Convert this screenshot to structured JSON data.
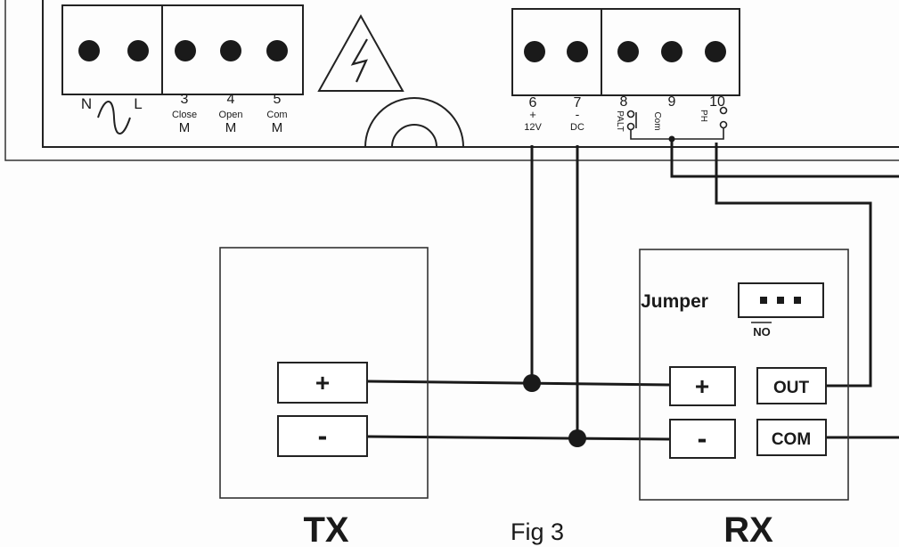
{
  "control_unit": {
    "mains_terminals": [
      {
        "number": "N",
        "sub": ""
      },
      {
        "number": "L",
        "sub": ""
      }
    ],
    "motor_terminals": [
      {
        "number": "3",
        "sub": "Close",
        "unit": "M"
      },
      {
        "number": "4",
        "sub": "Open",
        "unit": "M"
      },
      {
        "number": "5",
        "sub": "Com",
        "unit": "M"
      }
    ],
    "power_terminals": [
      {
        "number": "6",
        "sign": "+",
        "sub": "12V"
      },
      {
        "number": "7",
        "sign": "-",
        "sub": "DC"
      }
    ],
    "sensor_terminals": [
      {
        "number": "8",
        "sub": "PALT"
      },
      {
        "number": "9",
        "sub": "Com"
      },
      {
        "number": "10",
        "sub": "PH"
      }
    ]
  },
  "tx": {
    "title": "TX",
    "plus_label": "+",
    "minus_label": "-"
  },
  "rx": {
    "title": "RX",
    "plus_label": "+",
    "minus_label": "-",
    "jumper_label": "Jumper",
    "jumper_setting": "NO",
    "out_label": "OUT",
    "com_label": "COM"
  },
  "figure_caption": "Fig 3",
  "colors": {
    "line": "#1a1a1a",
    "panel_border": "#222222",
    "background": "#fdfdfd"
  }
}
